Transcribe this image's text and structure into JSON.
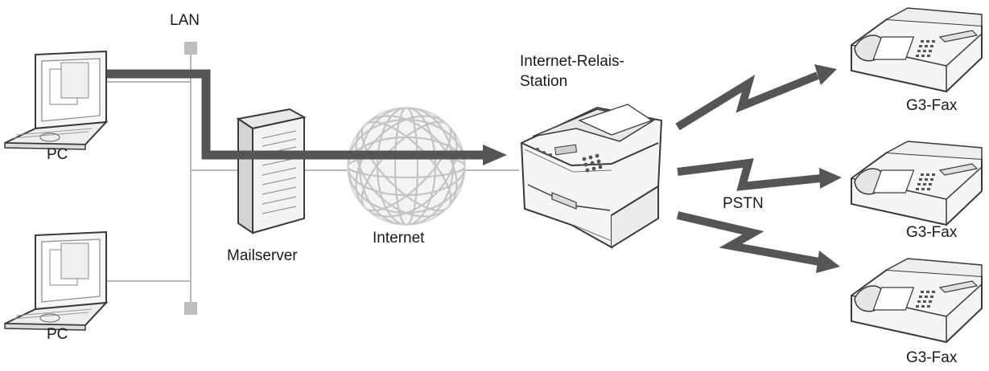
{
  "labels": {
    "lan": "LAN",
    "pc_top": "PC",
    "pc_bottom": "PC",
    "mailserver": "Mailserver",
    "internet": "Internet",
    "relay_line1": "Internet-Relais-",
    "relay_line2": "Station",
    "pstn": "PSTN",
    "fax_top": "G3-Fax",
    "fax_middle": "G3-Fax",
    "fax_bottom": "G3-Fax"
  },
  "colors": {
    "arrow": "#555555",
    "line": "#b8b8b8",
    "lan_node": "#bdbdbd",
    "device_body": "#f3f3f3",
    "device_outline": "#3a3a3a"
  },
  "icons": [
    "laptop-icon",
    "server-tower-icon",
    "globe-icon",
    "multifunction-fax-icon",
    "fax-machine-icon"
  ]
}
